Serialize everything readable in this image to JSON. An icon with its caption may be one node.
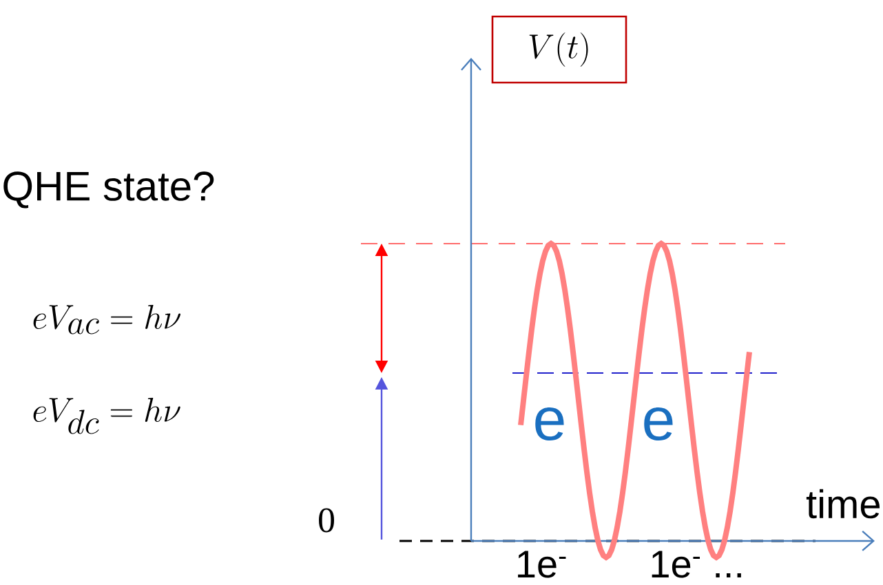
{
  "diagram": {
    "nodes": [
      {
        "text": [
          "V(t)"
        ]
      }
    ],
    "labels": [
      "QHE state?",
      "eV_{ac}=h\\nu",
      "eV_{dc}=h\\nu",
      "0",
      "e",
      "e",
      "time",
      "1e$^{-}$",
      "1e$^{-}$ ..."
    ]
  }
}
